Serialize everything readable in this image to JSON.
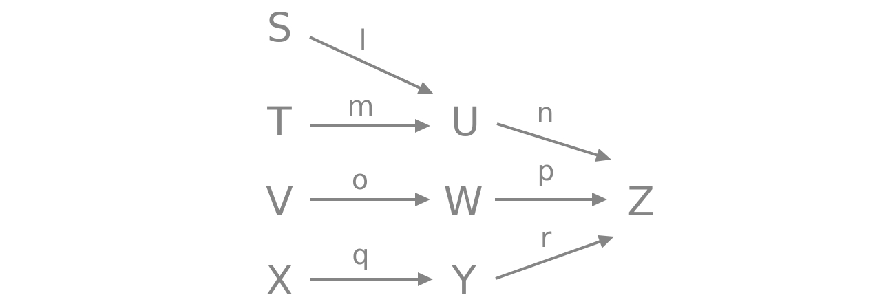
{
  "diagram": {
    "nodes": [
      {
        "id": "S",
        "label": "S"
      },
      {
        "id": "T",
        "label": "T"
      },
      {
        "id": "U",
        "label": "U"
      },
      {
        "id": "V",
        "label": "V"
      },
      {
        "id": "W",
        "label": "W"
      },
      {
        "id": "X",
        "label": "X"
      },
      {
        "id": "Y",
        "label": "Y"
      },
      {
        "id": "Z",
        "label": "Z"
      }
    ],
    "edges": [
      {
        "from": "S",
        "to": "U",
        "label": "l"
      },
      {
        "from": "T",
        "to": "U",
        "label": "m"
      },
      {
        "from": "U",
        "to": "Z",
        "label": "n"
      },
      {
        "from": "V",
        "to": "W",
        "label": "o"
      },
      {
        "from": "W",
        "to": "Z",
        "label": "p"
      },
      {
        "from": "X",
        "to": "Y",
        "label": "q"
      },
      {
        "from": "Y",
        "to": "Z",
        "label": "r"
      }
    ],
    "colors": {
      "ink": "#858585",
      "background": "#ffffff"
    }
  }
}
